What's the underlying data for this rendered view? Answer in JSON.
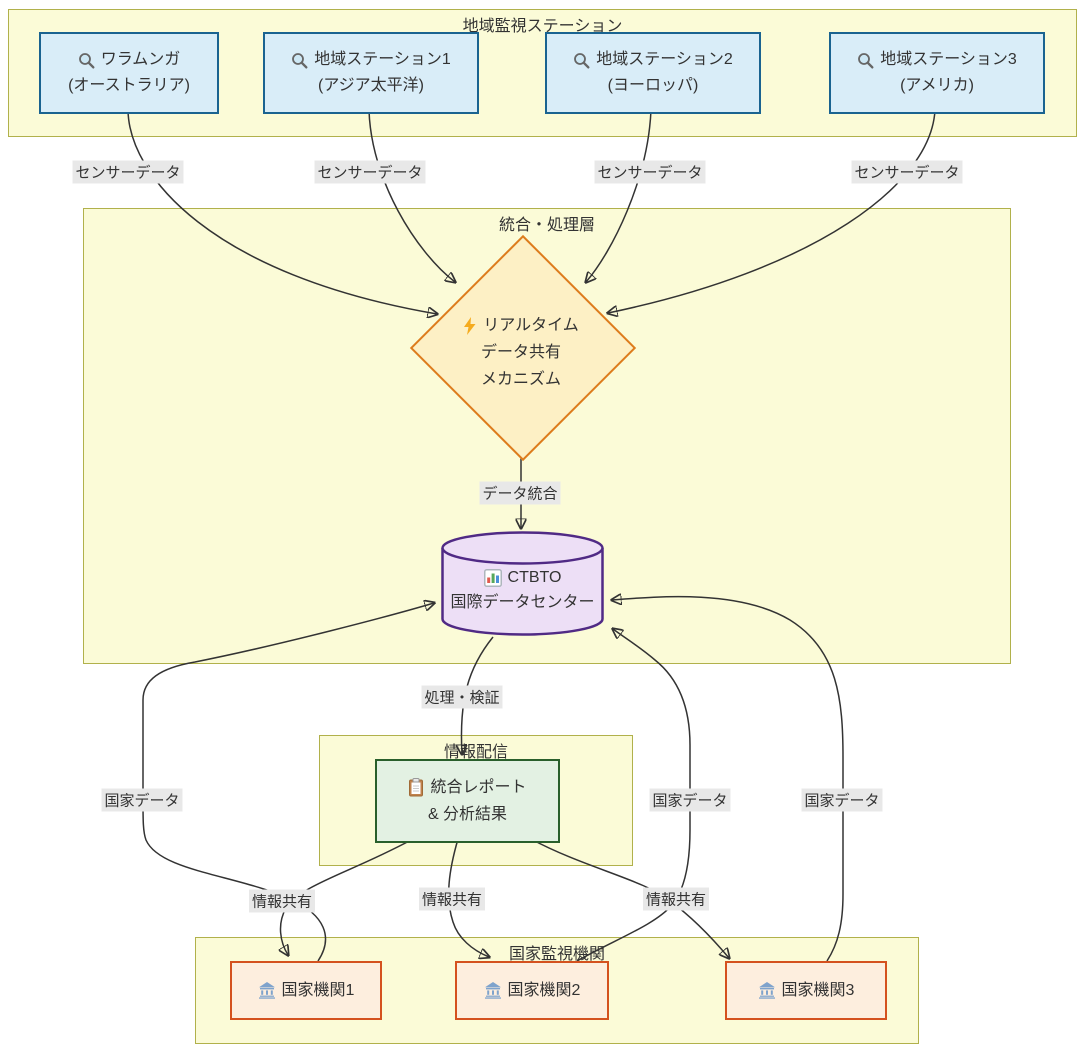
{
  "diagram": {
    "subgraphs": {
      "regional": {
        "title": "地域監視ステーション"
      },
      "integration": {
        "title": "統合・処理層"
      },
      "distribution": {
        "title": "情報配信"
      },
      "national": {
        "title": "国家監視機関"
      }
    },
    "nodes": {
      "warramunga": {
        "icon": "magnifier",
        "line1": "ワラムンガ",
        "line2": "(オーストラリア)"
      },
      "station1": {
        "icon": "magnifier",
        "line1": "地域ステーション1",
        "line2": "(アジア太平洋)"
      },
      "station2": {
        "icon": "magnifier",
        "line1": "地域ステーション2",
        "line2": "(ヨーロッパ)"
      },
      "station3": {
        "icon": "magnifier",
        "line1": "地域ステーション3",
        "line2": "(アメリカ)"
      },
      "realtime_mechanism": {
        "icon": "lightning",
        "line1": "リアルタイム",
        "line2": "データ共有",
        "line3": "メカニズム"
      },
      "ctbto_idc": {
        "icon": "bar-chart",
        "line1": "CTBTO",
        "line2": "国際データセンター"
      },
      "report": {
        "icon": "clipboard",
        "line1": "統合レポート",
        "line2": "& 分析結果"
      },
      "agency1": {
        "icon": "building",
        "label": "国家機関1"
      },
      "agency2": {
        "icon": "building",
        "label": "国家機関2"
      },
      "agency3": {
        "icon": "building",
        "label": "国家機関3"
      }
    },
    "edge_labels": {
      "sensor1": "センサーデータ",
      "sensor2": "センサーデータ",
      "sensor3": "センサーデータ",
      "sensor4": "センサーデータ",
      "data_integration": "データ統合",
      "processing_verification": "処理・検証",
      "info_share1": "情報共有",
      "info_share2": "情報共有",
      "info_share3": "情報共有",
      "national_data1": "国家データ",
      "national_data2": "国家データ",
      "national_data3": "国家データ"
    },
    "colors": {
      "station_fill": "#d9edf8",
      "station_border": "#1a6390",
      "subgraph_fill": "#fbfbd7",
      "subgraph_border": "#b1b14b",
      "diamond_fill": "#fdf0c5",
      "diamond_border": "#dd7c1d",
      "cylinder_fill": "#eddff6",
      "cylinder_border": "#502a85",
      "report_fill": "#e3f1e3",
      "report_border": "#295f2b",
      "agency_fill": "#fdeede",
      "agency_border": "#d4511e",
      "edge": "#333333",
      "edge_label_bg": "#e8e8e8",
      "text": "#333333"
    }
  }
}
